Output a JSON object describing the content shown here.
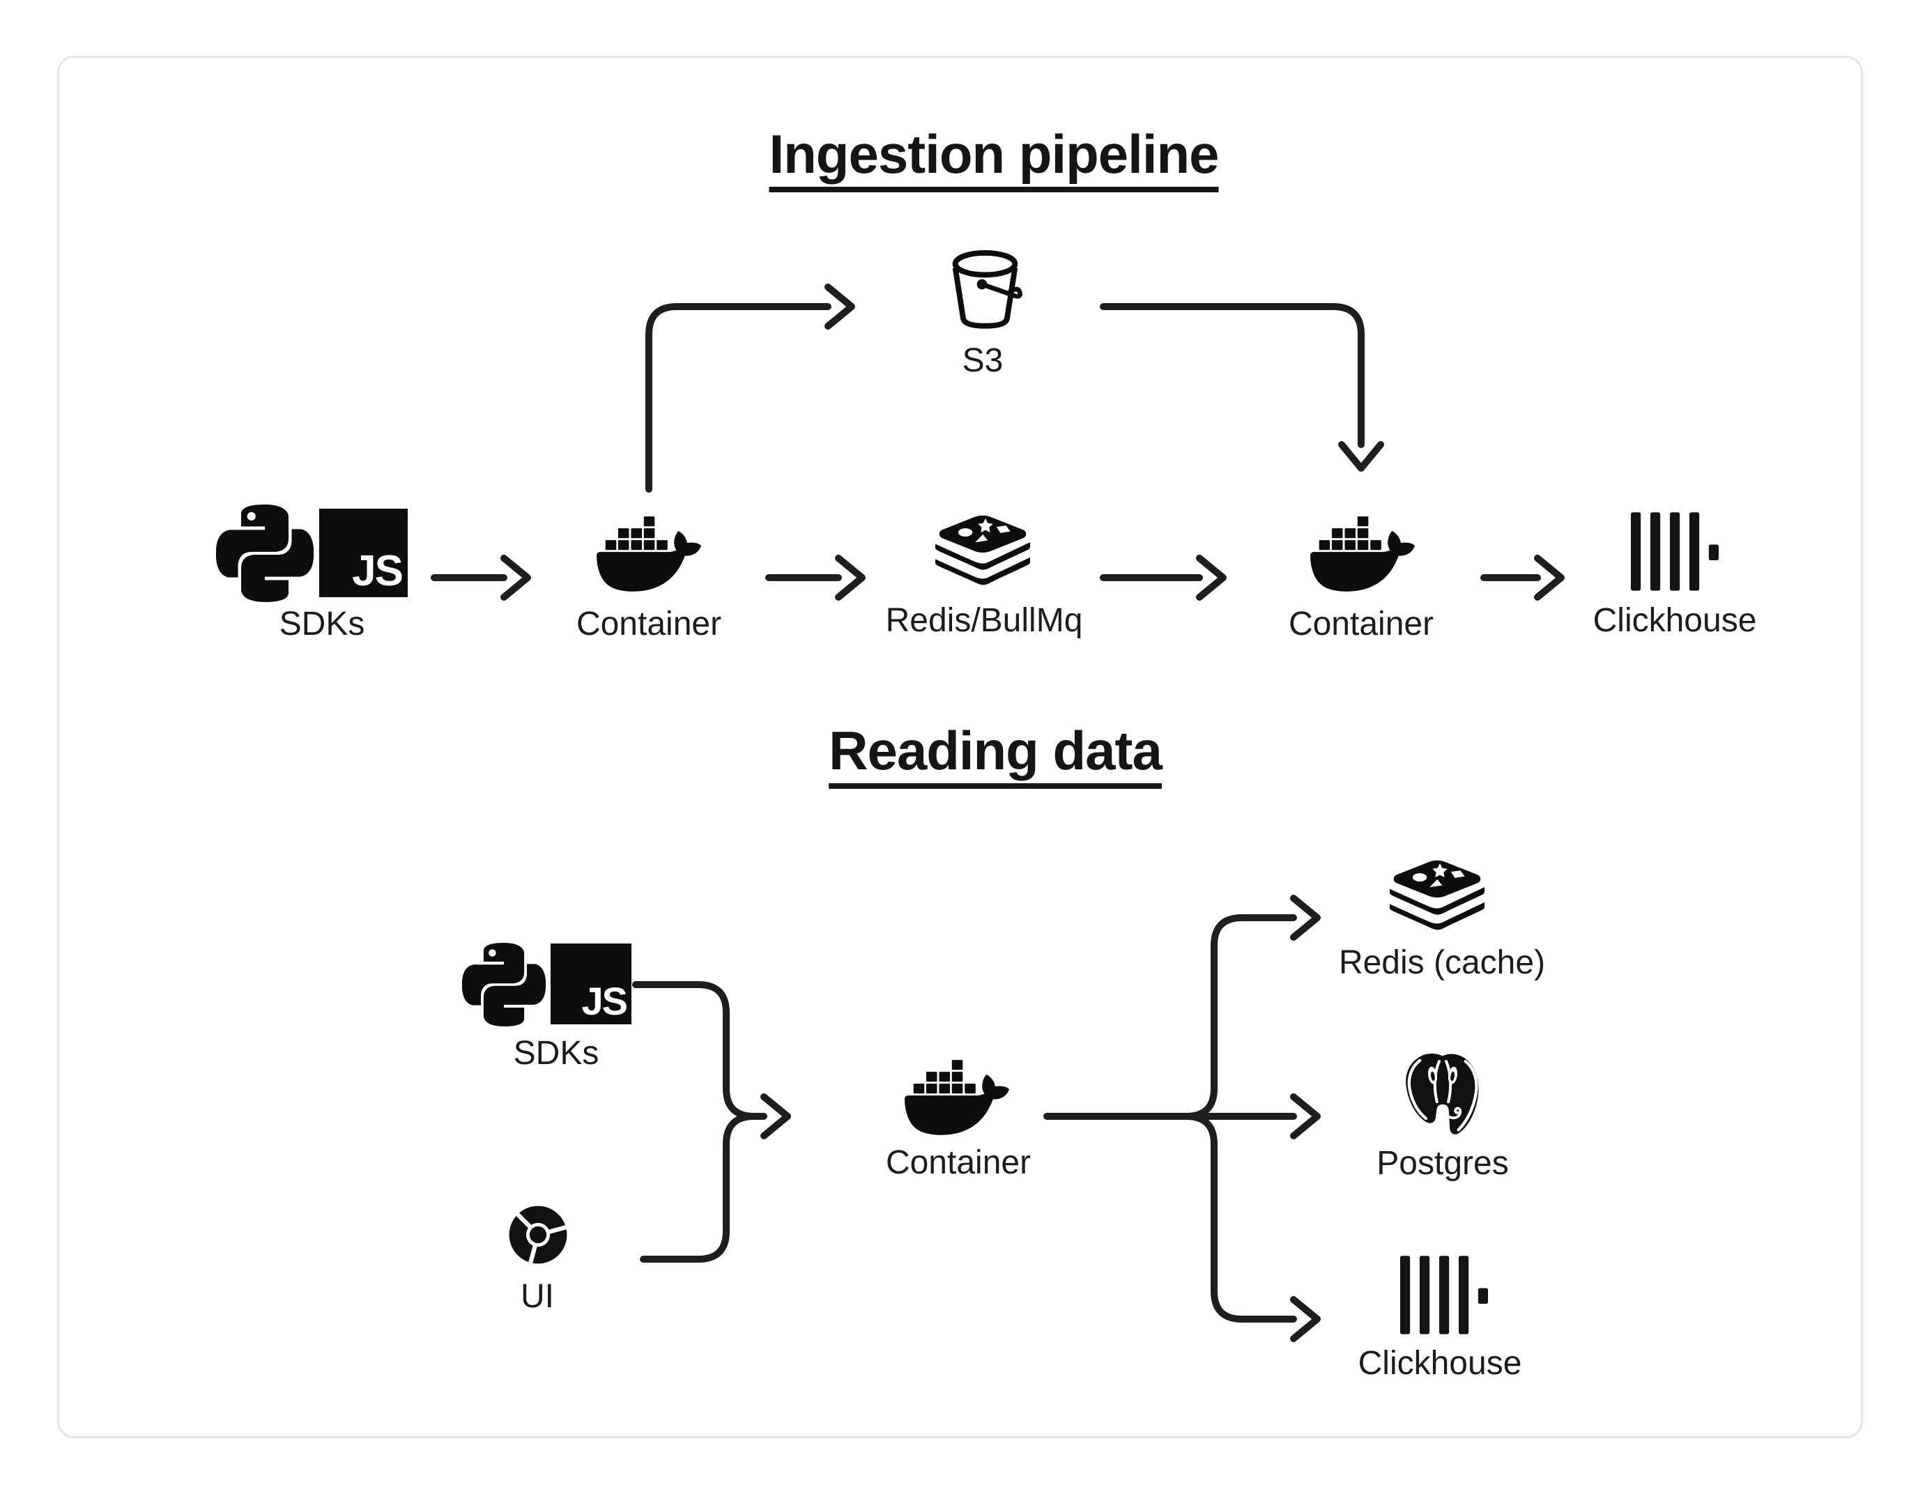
{
  "colors": {
    "background": "#ffffff",
    "card_border": "#e5e5e5",
    "ink": "#1e1e1e",
    "icon_black": "#0d0d0d"
  },
  "badges": {
    "js": "JS"
  },
  "ingestion": {
    "title": "Ingestion pipeline",
    "sdks_label": "SDKs",
    "container1_label": "Container",
    "redis_label": "Redis/BullMq",
    "s3_label": "S3",
    "container2_label": "Container",
    "clickhouse_label": "Clickhouse"
  },
  "reading": {
    "title": "Reading data",
    "sdks_label": "SDKs",
    "ui_label": "UI",
    "container_label": "Container",
    "redis_cache_label": "Redis (cache)",
    "postgres_label": "Postgres",
    "clickhouse_label": "Clickhouse"
  }
}
